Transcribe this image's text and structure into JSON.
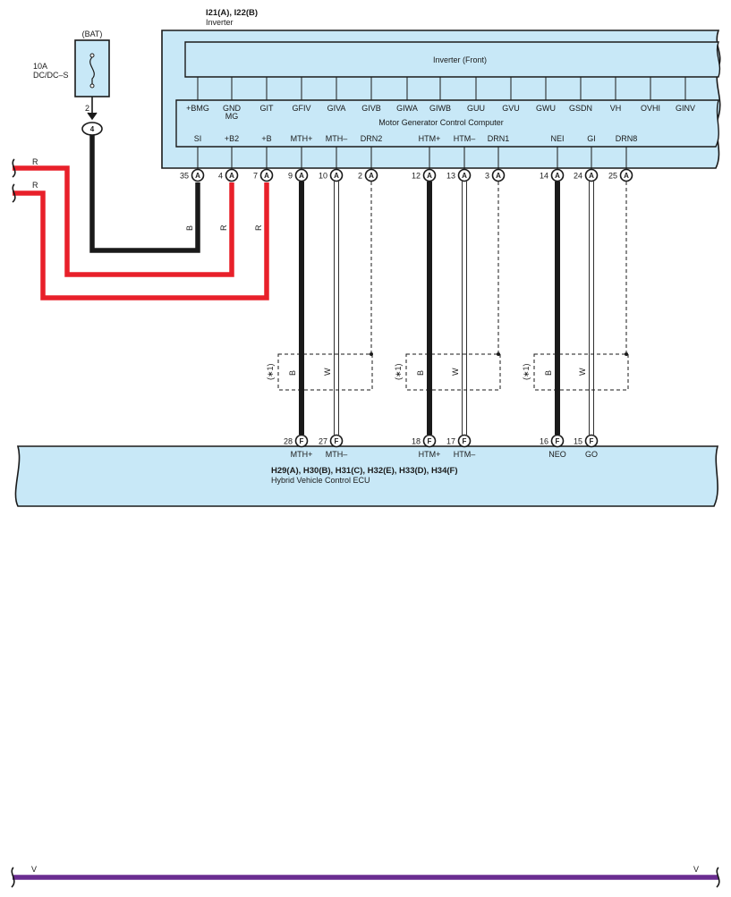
{
  "colors": {
    "panel_fill": "#c8e8f7",
    "wire_black": "#1a1a1a",
    "wire_red": "#e8202a",
    "wire_violet": "#6a2d91",
    "wire_white": "#ffffff"
  },
  "inverter": {
    "connector_ids": "I21(A), I22(B)",
    "name": "Inverter",
    "front_label": "Inverter (Front)",
    "mg_computer_label": "Motor Generator Control Computer",
    "top_pins": [
      "+BMG",
      "GND",
      "GIT",
      "GFIV",
      "GIVA",
      "GIVB",
      "GIWA",
      "GIWB",
      "GUU",
      "GVU",
      "GWU",
      "GSDN",
      "VH",
      "OVHI",
      "GINV"
    ],
    "gnd_sub": "MG",
    "bottom_pins": [
      "SI",
      "+B2",
      "+B",
      "MTH+",
      "MTH–",
      "DRN2",
      "HTM+",
      "HTM–",
      "DRN1",
      "NEI",
      "GI",
      "DRN8"
    ],
    "bottom_pin_numbers": [
      "35",
      "4",
      "7",
      "9",
      "10",
      "2",
      "12",
      "13",
      "3",
      "14",
      "24",
      "25"
    ],
    "connector_letter": "A"
  },
  "fuse": {
    "header": "(BAT)",
    "rating": "10A",
    "name": "DC/DC–S",
    "pin": "2",
    "junction": "4"
  },
  "wires": {
    "left_red_1": "R",
    "left_red_2": "R",
    "black_label": "B",
    "red_label_1": "R",
    "red_label_2": "R",
    "shield_note": "(∗1)",
    "shield_black": "B",
    "shield_white": "W"
  },
  "ecu": {
    "connector_ids": "H29(A), H30(B), H31(C), H32(E), H33(D), H34(F)",
    "name": "Hybrid Vehicle Control ECU",
    "pin_numbers": [
      "28",
      "27",
      "18",
      "17",
      "16",
      "15"
    ],
    "pin_labels": [
      "MTH+",
      "MTH–",
      "HTM+",
      "HTM–",
      "NEO",
      "GO"
    ],
    "connector_letter": "F"
  },
  "bottom_wire": {
    "left_label": "V",
    "right_label": "V"
  }
}
